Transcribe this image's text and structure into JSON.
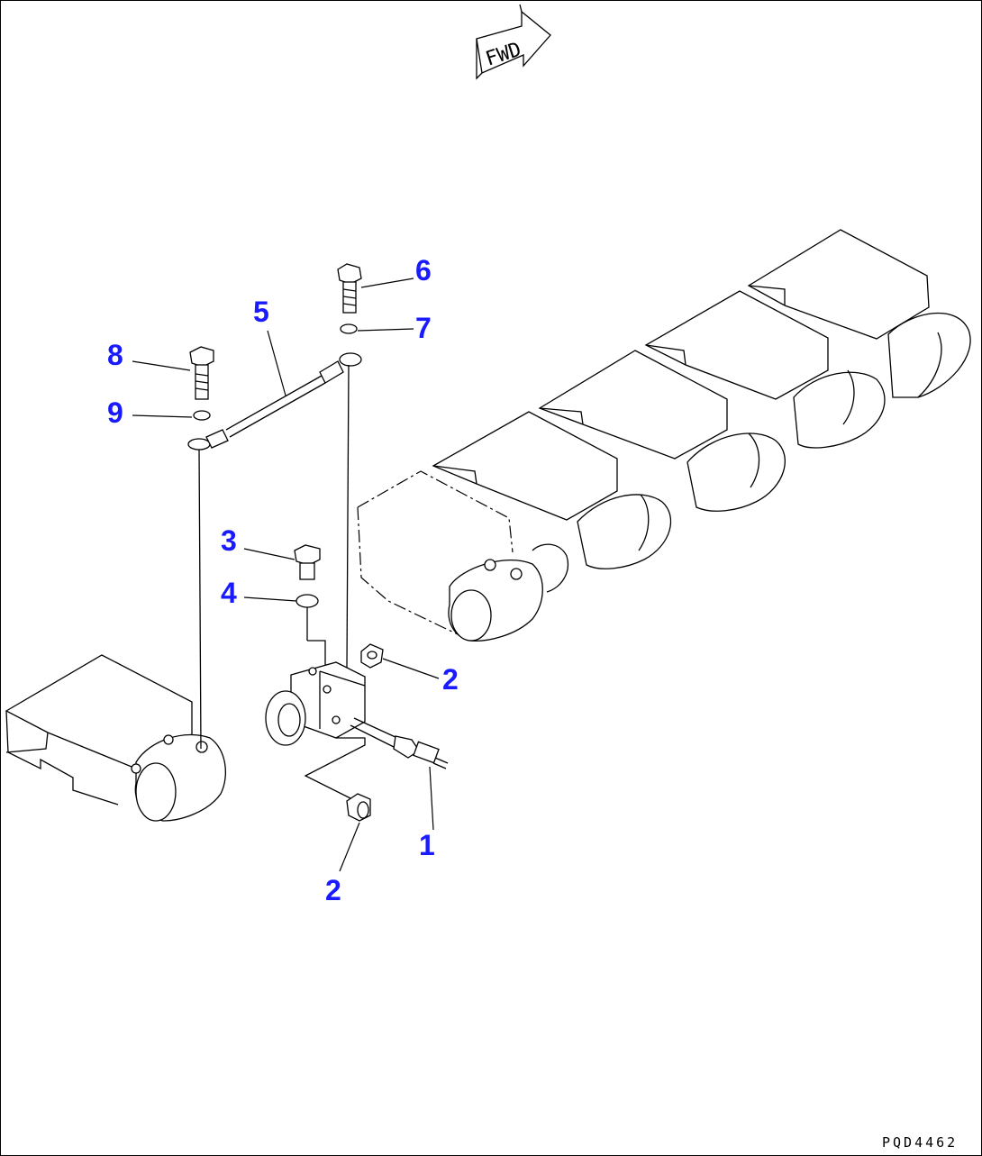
{
  "direction_label": "FWD",
  "drawing_code": "PQD4462",
  "callouts": [
    {
      "id": "c1",
      "label": "1"
    },
    {
      "id": "c2a",
      "label": "2"
    },
    {
      "id": "c2b",
      "label": "2"
    },
    {
      "id": "c3",
      "label": "3"
    },
    {
      "id": "c4",
      "label": "4"
    },
    {
      "id": "c5",
      "label": "5"
    },
    {
      "id": "c6",
      "label": "6"
    },
    {
      "id": "c7",
      "label": "7"
    },
    {
      "id": "c8",
      "label": "8"
    },
    {
      "id": "c9",
      "label": "9"
    }
  ],
  "colors": {
    "callout": "#1a1aff",
    "line": "#000000",
    "background": "#ffffff"
  }
}
